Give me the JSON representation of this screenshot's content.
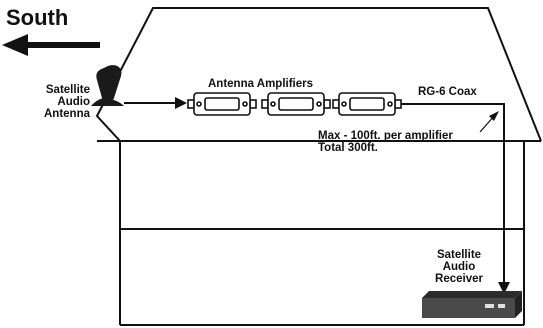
{
  "direction": {
    "label": "South"
  },
  "antenna": {
    "label_lines": [
      "Satellite",
      "Audio",
      "Antenna"
    ]
  },
  "amplifiers": {
    "label": "Antenna Amplifiers",
    "count": 3
  },
  "cable": {
    "type_label": "RG-6 Coax",
    "max_line1": "Max - 100ft. per amplifier",
    "max_line2": "Total 300ft."
  },
  "receiver": {
    "label_lines": [
      "Satellite",
      "Audio",
      "Receiver"
    ]
  },
  "colors": {
    "line": "#111111",
    "fill": "#ffffff",
    "receiver_body": "#4a4a4a"
  }
}
